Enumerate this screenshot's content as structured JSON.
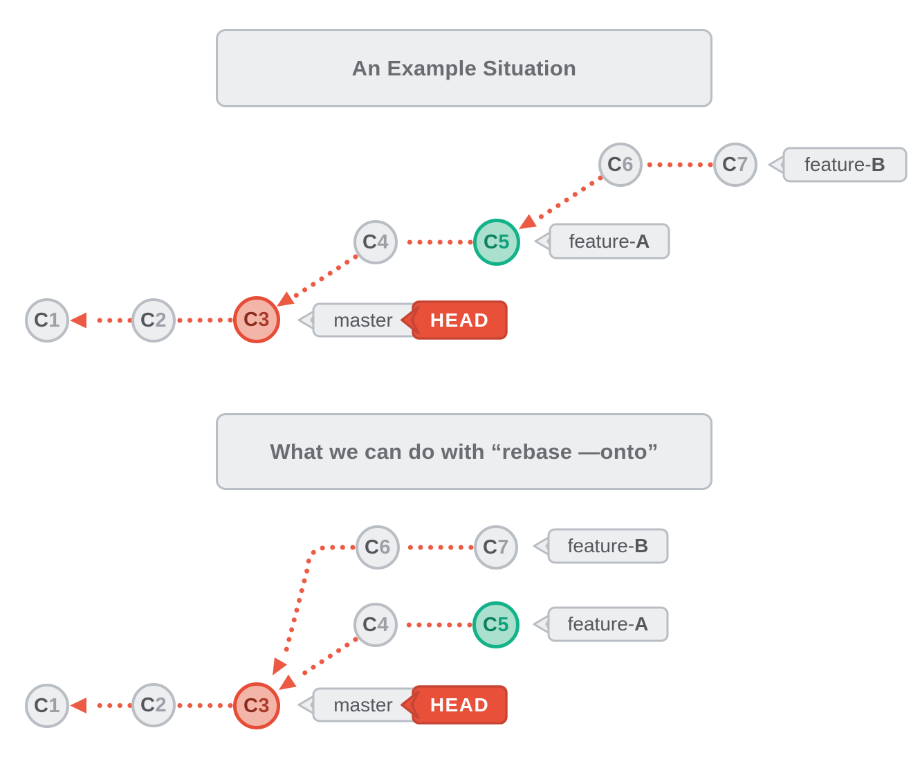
{
  "colors": {
    "accent_arrow": "#ec5a43",
    "head_fill": "#e8503a",
    "head_border": "#c64534",
    "neutral_fill": "#edeef0",
    "neutral_border": "#b9bec4",
    "red_node_border": "#e74c36",
    "red_node_fill": "#f4b5a9",
    "green_node_border": "#14b28a",
    "green_node_fill": "#aae0cd"
  },
  "panel1": {
    "title": "An Example Situation",
    "commits": {
      "c1": {
        "letter": "C",
        "number": "1"
      },
      "c2": {
        "letter": "C",
        "number": "2"
      },
      "c3": {
        "letter": "C",
        "number": "3"
      },
      "c4": {
        "letter": "C",
        "number": "4"
      },
      "c5": {
        "letter": "C",
        "number": "5"
      },
      "c6": {
        "letter": "C",
        "number": "6"
      },
      "c7": {
        "letter": "C",
        "number": "7"
      }
    },
    "labels": {
      "feature_b": {
        "text": "feature-",
        "emphasis": "B"
      },
      "feature_a": {
        "text": "feature-",
        "emphasis": "A"
      },
      "master": "master",
      "head": "HEAD"
    }
  },
  "panel2": {
    "title": "What we can do with “rebase —onto”",
    "commits": {
      "c1": {
        "letter": "C",
        "number": "1"
      },
      "c2": {
        "letter": "C",
        "number": "2"
      },
      "c3": {
        "letter": "C",
        "number": "3"
      },
      "c4": {
        "letter": "C",
        "number": "4"
      },
      "c5": {
        "letter": "C",
        "number": "5"
      },
      "c6": {
        "letter": "C",
        "number": "6"
      },
      "c7": {
        "letter": "C",
        "number": "7"
      }
    },
    "labels": {
      "feature_b": {
        "text": "feature-",
        "emphasis": "B"
      },
      "feature_a": {
        "text": "feature-",
        "emphasis": "A"
      },
      "master": "master",
      "head": "HEAD"
    }
  }
}
